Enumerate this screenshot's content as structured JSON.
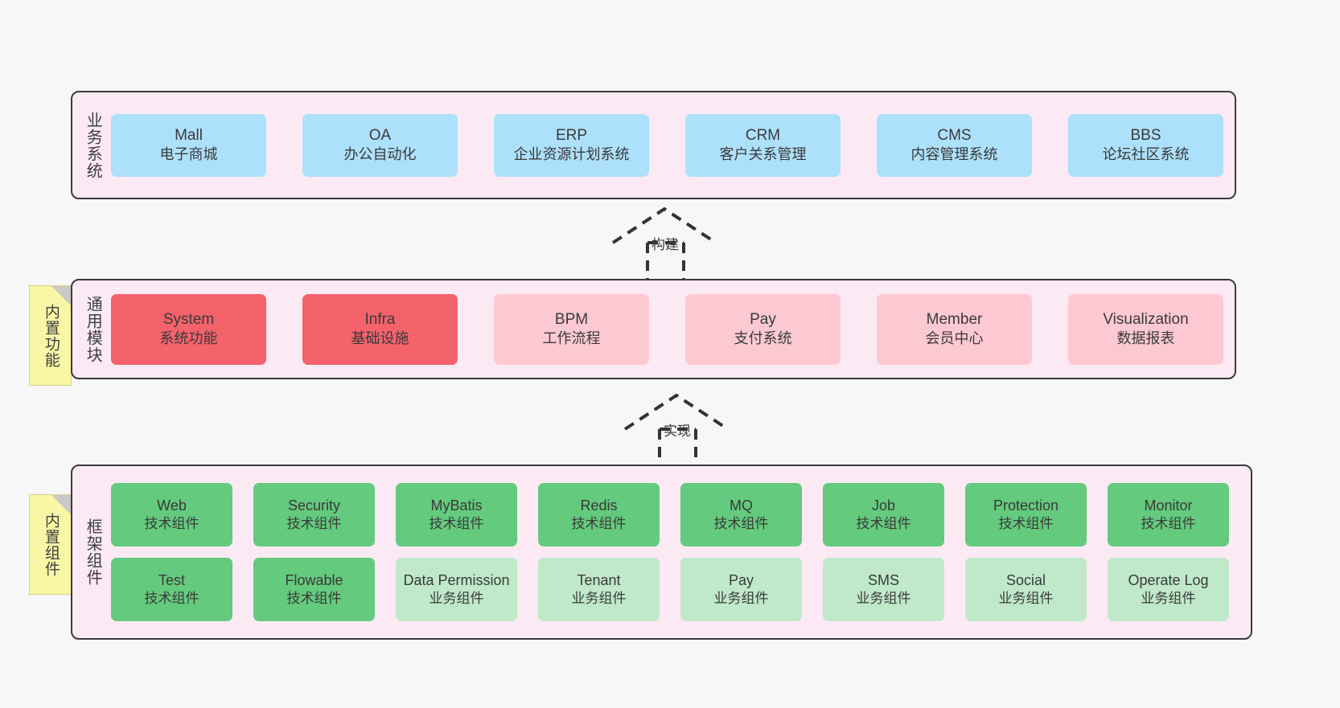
{
  "canvas": {
    "background": "#f7f7f7",
    "border_color": "#3b3b3b",
    "panel_fill": "#fbeaf4"
  },
  "layers": [
    {
      "key": "business",
      "title": "业务系统",
      "style": "biz",
      "card_color": "#ade0fb",
      "cards": [
        {
          "en": "Mall",
          "cn": "电子商城"
        },
        {
          "en": "OA",
          "cn": "办公自动化"
        },
        {
          "en": "ERP",
          "cn": "企业资源计划系统"
        },
        {
          "en": "CRM",
          "cn": "客户关系管理"
        },
        {
          "en": "CMS",
          "cn": "内容管理系统"
        },
        {
          "en": "BBS",
          "cn": "论坛社区系统"
        }
      ]
    },
    {
      "key": "modules",
      "title": "通用模块",
      "style": "mod",
      "note": "内置功能",
      "card_color_primary": "#f4626b",
      "card_color_secondary": "#fcc9d2",
      "cards": [
        {
          "en": "System",
          "cn": "系统功能",
          "variant": "hot"
        },
        {
          "en": "Infra",
          "cn": "基础设施",
          "variant": "hot"
        },
        {
          "en": "BPM",
          "cn": "工作流程",
          "variant": "warm"
        },
        {
          "en": "Pay",
          "cn": "支付系统",
          "variant": "warm"
        },
        {
          "en": "Member",
          "cn": "会员中心",
          "variant": "warm"
        },
        {
          "en": "Visualization",
          "cn": "数据报表",
          "variant": "warm"
        }
      ]
    },
    {
      "key": "framework",
      "title": "框架组件",
      "style": "fw",
      "note": "内置组件",
      "card_color_tech": "#64ca7d",
      "card_color_biz": "#bfe9c9",
      "rows": [
        [
          {
            "en": "Web",
            "cn": "技术组件",
            "variant": "tech"
          },
          {
            "en": "Security",
            "cn": "技术组件",
            "variant": "tech"
          },
          {
            "en": "MyBatis",
            "cn": "技术组件",
            "variant": "tech"
          },
          {
            "en": "Redis",
            "cn": "技术组件",
            "variant": "tech"
          },
          {
            "en": "MQ",
            "cn": "技术组件",
            "variant": "tech"
          },
          {
            "en": "Job",
            "cn": "技术组件",
            "variant": "tech"
          },
          {
            "en": "Protection",
            "cn": "技术组件",
            "variant": "tech"
          },
          {
            "en": "Monitor",
            "cn": "技术组件",
            "variant": "tech"
          }
        ],
        [
          {
            "en": "Test",
            "cn": "技术组件",
            "variant": "tech"
          },
          {
            "en": "Flowable",
            "cn": "技术组件",
            "variant": "tech"
          },
          {
            "en": "Data Permission",
            "cn": "业务组件",
            "variant": "biz2"
          },
          {
            "en": "Tenant",
            "cn": "业务组件",
            "variant": "biz2"
          },
          {
            "en": "Pay",
            "cn": "业务组件",
            "variant": "biz2"
          },
          {
            "en": "SMS",
            "cn": "业务组件",
            "variant": "biz2"
          },
          {
            "en": "Social",
            "cn": "业务组件",
            "variant": "biz2"
          },
          {
            "en": "Operate Log",
            "cn": "业务组件",
            "variant": "biz2"
          }
        ]
      ]
    }
  ],
  "connectors": [
    {
      "key": "build",
      "label": "构建"
    },
    {
      "key": "implement",
      "label": "实现"
    }
  ]
}
